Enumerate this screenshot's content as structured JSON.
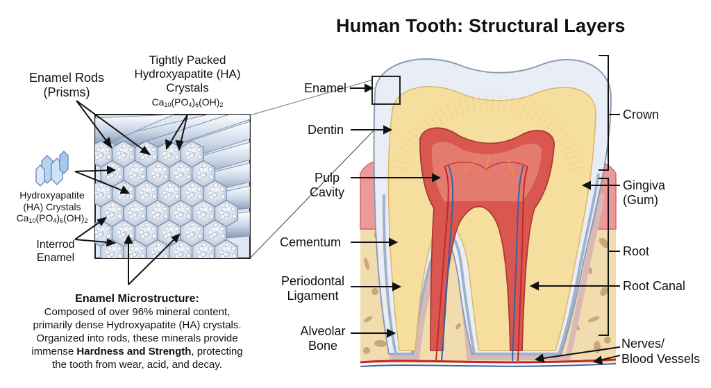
{
  "title": "Human Tooth:  Structural Layers",
  "left_panel": {
    "rods_label": [
      "Enamel Rods",
      "(Prisms)"
    ],
    "tight_label": [
      "Tightly Packed",
      "Hydroxyapatite (HA)",
      "Crystals"
    ],
    "formula_main": "Ca",
    "formula_parts": [
      "10",
      "(PO",
      "4",
      ")",
      "6",
      "(OH)",
      "2"
    ],
    "ha_label": [
      "Hydroxyapatite",
      "(HA) Crystals"
    ],
    "interrod_label": [
      "Interrod",
      "Enamel"
    ],
    "description_title": "Enamel Microstructure:",
    "description_lines": [
      "Composed of over 96% mineral content,",
      "primarily dense Hydroxyapatite (HA) crystals.",
      "Organized into rods, these minerals provide"
    ],
    "description_line4_pre": "immense ",
    "description_bold": "Hardness and Strength",
    "description_line4_post": ", protecting",
    "description_line5": "the tooth from wear, acid, and decay."
  },
  "labels_left": {
    "enamel": "Enamel",
    "dentin": "Dentin",
    "pulp": [
      "Pulp",
      "Cavity"
    ],
    "cementum": "Cementum",
    "periodontal": [
      "Periodontal",
      "Ligament"
    ],
    "alveolar": [
      "Alveolar",
      "Bone"
    ]
  },
  "labels_right": {
    "crown": "Crown",
    "gingiva": [
      "Gingiva",
      "(Gum)"
    ],
    "root": "Root",
    "root_canal": "Root Canal",
    "nerves": [
      "Nerves/",
      "Blood Vessels"
    ]
  },
  "colors": {
    "enamel": "#e9eef6",
    "dentin": "#f6df9e",
    "pulp": "#d9574f",
    "gum": "#ec9a98",
    "bone": "#f1dcae",
    "bone_spot": "#c9a77a",
    "vessel_red": "#c0282c",
    "vessel_blue": "#3b5fa8"
  }
}
